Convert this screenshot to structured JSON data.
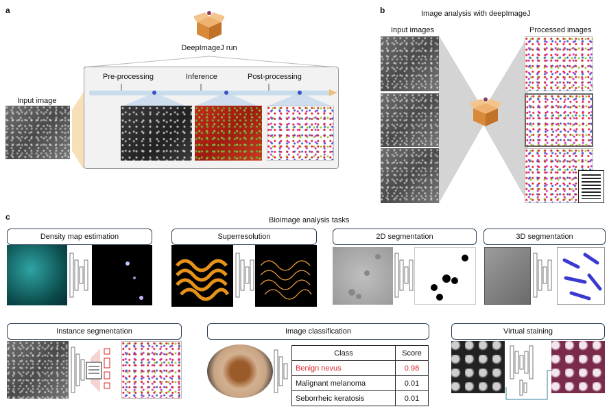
{
  "panels": {
    "a": {
      "letter": "a",
      "run_label": "DeepImageJ run",
      "input_label": "Input image",
      "steps": [
        "Pre-processing",
        "Inference",
        "Post-processing"
      ]
    },
    "b": {
      "letter": "b",
      "title": "Image analysis with deepImageJ",
      "input_label": "Input images",
      "output_label": "Processed images"
    },
    "c": {
      "letter": "c",
      "title": "Bioimage analysis tasks",
      "tasks": [
        "Density map estimation",
        "Superresolution",
        "2D segmentation",
        "3D segmentation",
        "Instance segmentation",
        "Image classification",
        "Virtual staining"
      ],
      "classification_table": {
        "headers": [
          "Class",
          "Score"
        ],
        "rows": [
          {
            "class": "Benign nevus",
            "score": "0.98",
            "highlight": true
          },
          {
            "class": "Malignant melanoma",
            "score": "0.01",
            "highlight": false
          },
          {
            "class": "Seborrheic keratosis",
            "score": "0.01",
            "highlight": false
          }
        ]
      }
    }
  },
  "colors": {
    "highlight_text": "#d9282f",
    "timeline": "#b8d4ea",
    "dot": "#3b4fc4",
    "box_icon": "#d88a3a"
  }
}
